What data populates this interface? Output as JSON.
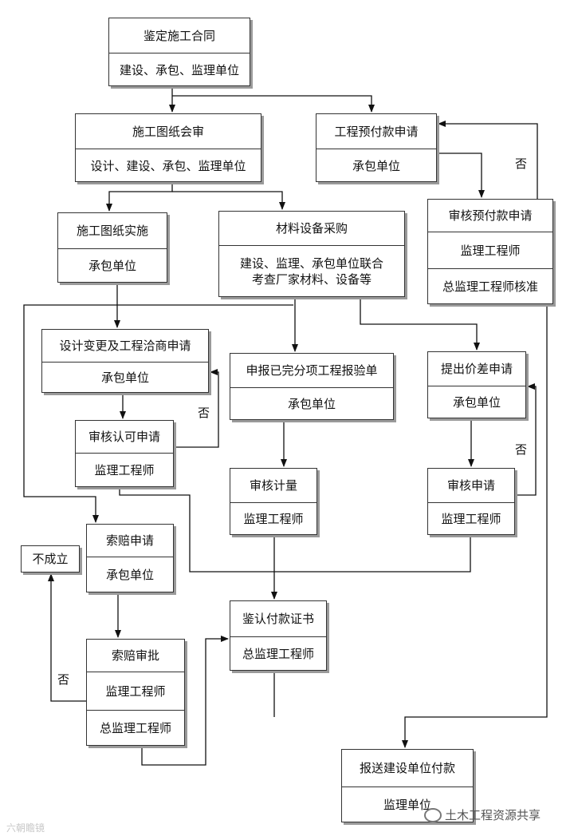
{
  "nodes": {
    "sign_contract": [
      "鉴定施工合同",
      "建设、承包、监理单位"
    ],
    "drawing_review": [
      "施工图纸会审",
      "设计、建设、承包、监理单位"
    ],
    "advance_apply": [
      "工程预付款申请",
      "承包单位"
    ],
    "advance_review": [
      "审核预付款申请",
      "监理工程师",
      "总监理工程师核准"
    ],
    "drawing_impl": [
      "施工图纸实施",
      "承包单位"
    ],
    "procurement": [
      "材料设备采购",
      "建设、监理、承包单位联合\n考查厂家材料、设备等"
    ],
    "design_change": [
      "设计变更及工程洽商申请",
      "承包单位"
    ],
    "report_done": [
      "申报已完分项工程报验单",
      "承包单位"
    ],
    "price_diff": [
      "提出价差申请",
      "承包单位"
    ],
    "approve_apply": [
      "审核认可申请",
      "监理工程师"
    ],
    "measure": [
      "审核计量",
      "监理工程师"
    ],
    "review_apply": [
      "审核申请",
      "监理工程师"
    ],
    "not_valid": [
      "不成立"
    ],
    "claim_apply": [
      "索赔申请",
      "承包单位"
    ],
    "payment_cert": [
      "鉴认付款证书",
      "总监理工程师"
    ],
    "claim_approve": [
      "索赔审批",
      "监理工程师",
      "总监理工程师"
    ],
    "send_payment": [
      "报送建设单位付款",
      "监理单位"
    ]
  },
  "labels": {
    "no1": "否",
    "no2": "否",
    "no3": "否",
    "no4": "否"
  },
  "watermark": {
    "left": "六朝瞻镜",
    "right": "土木工程资源共享"
  }
}
